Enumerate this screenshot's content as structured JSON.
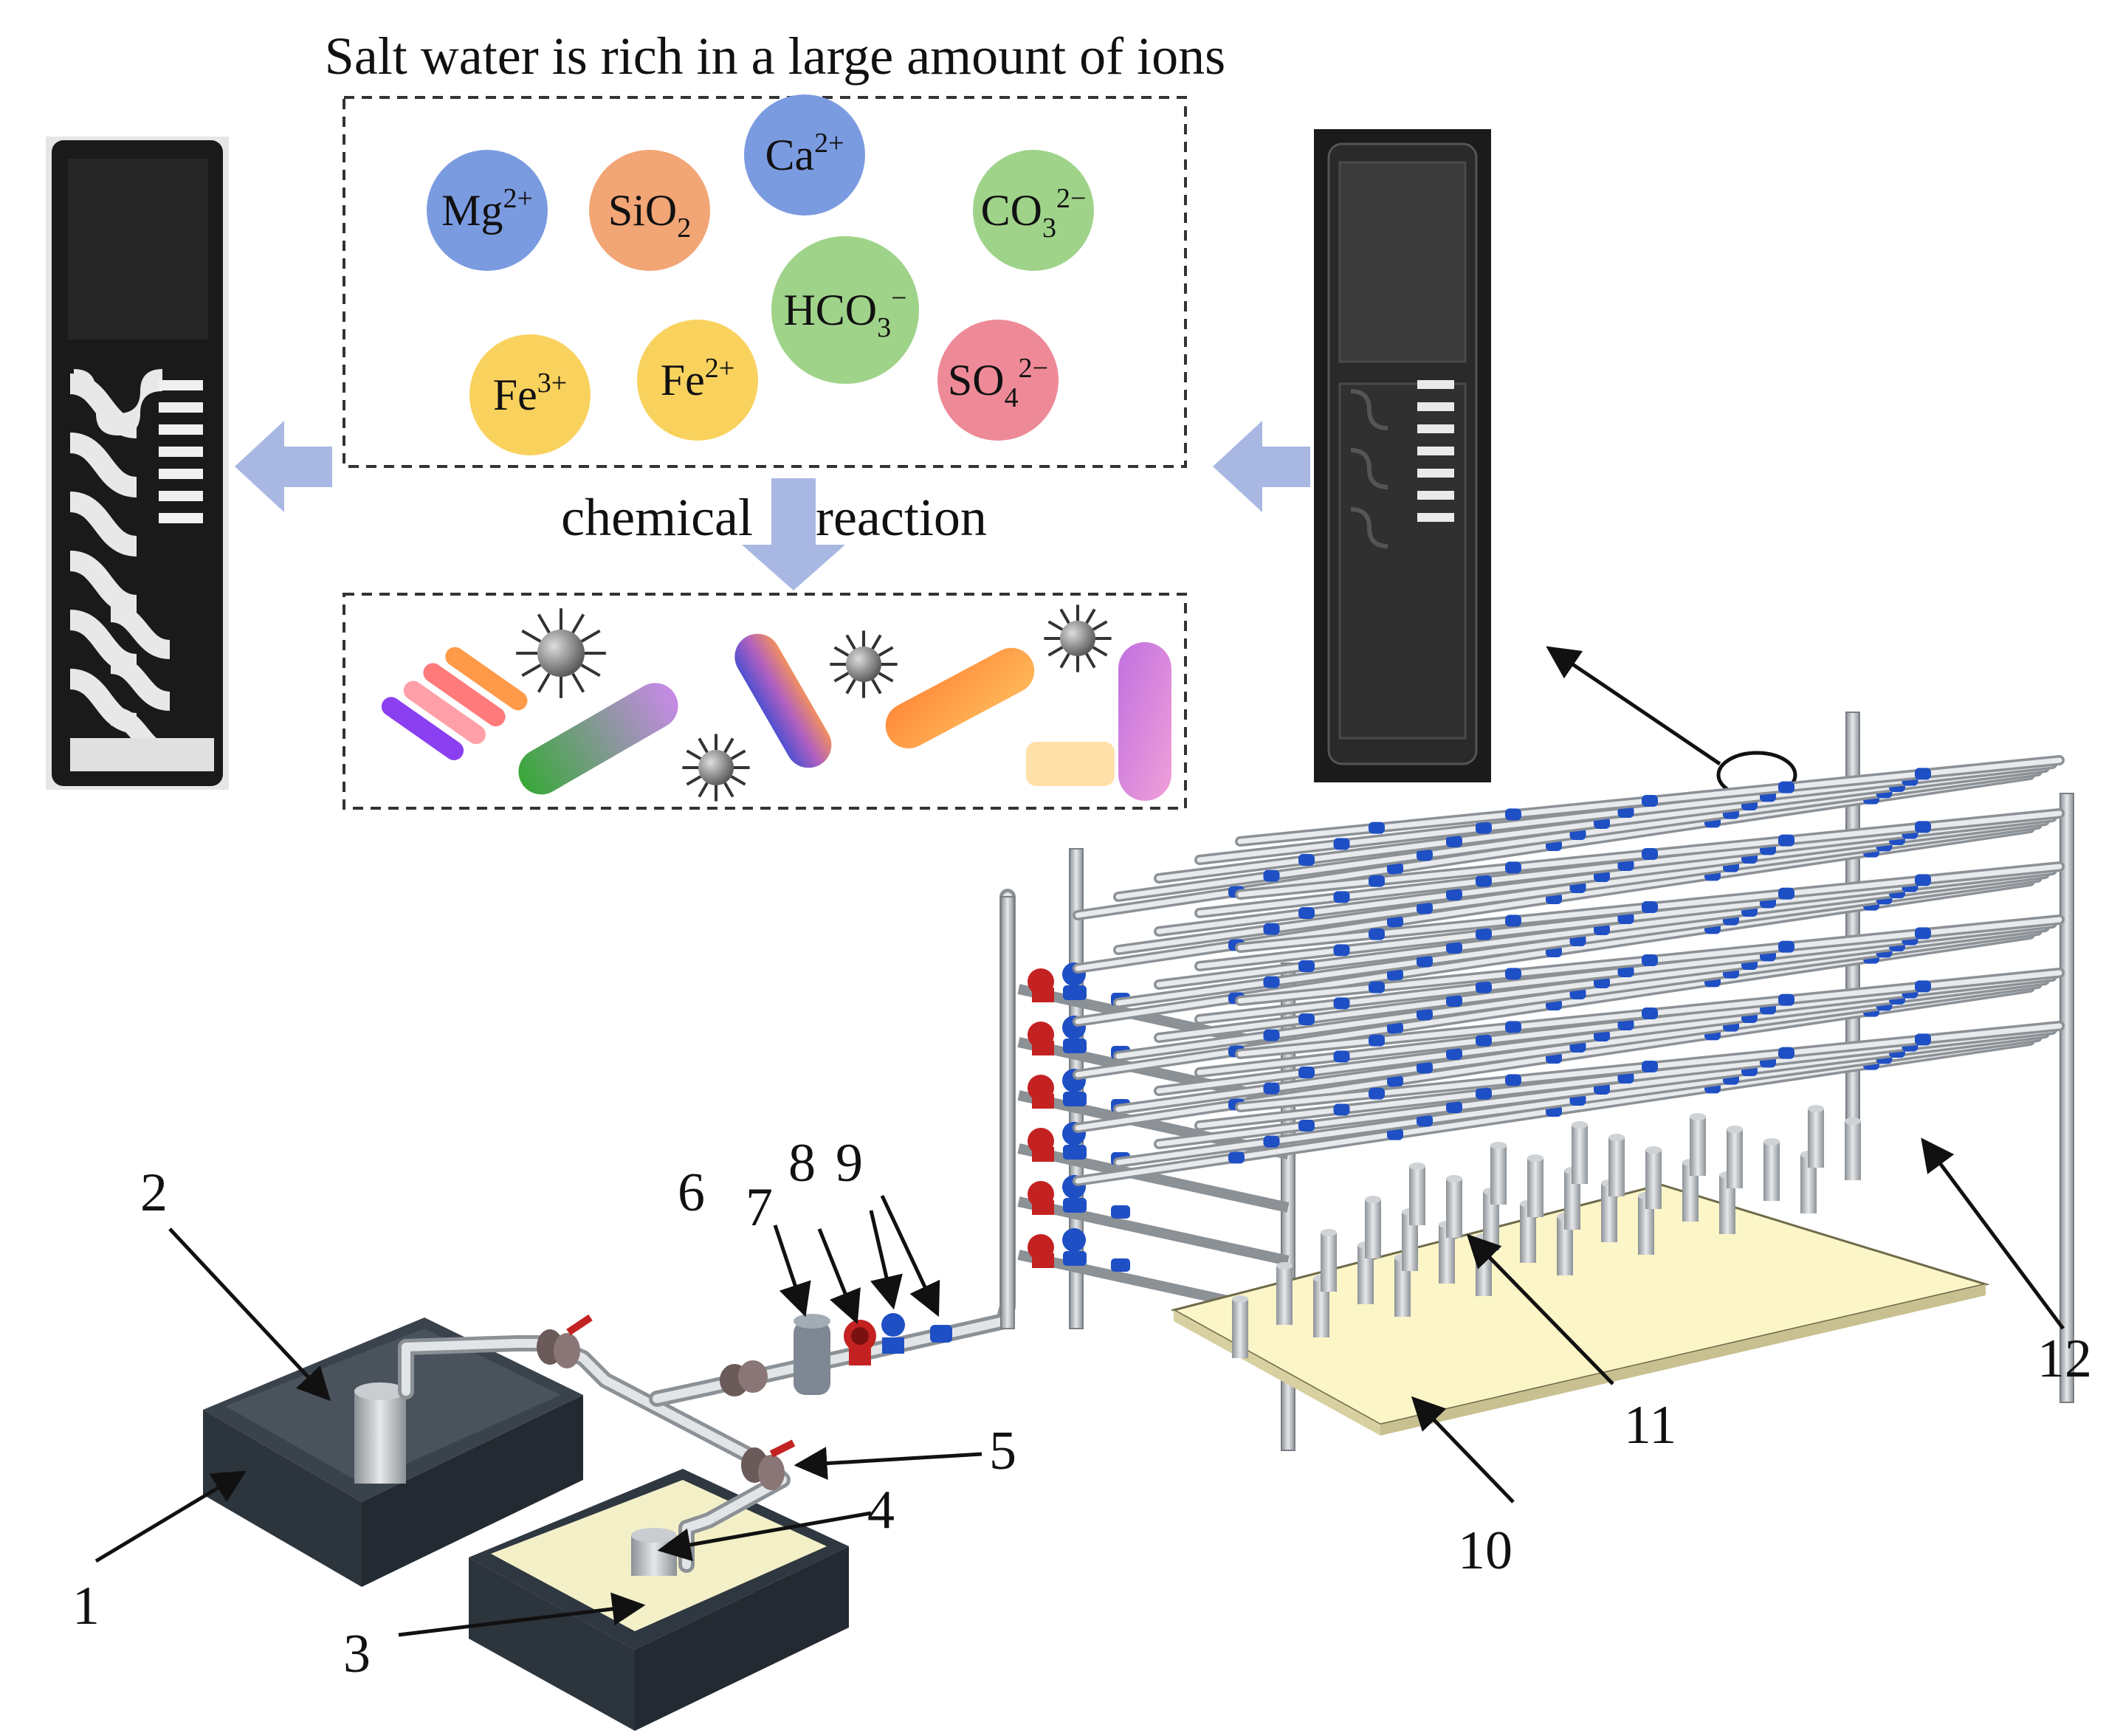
{
  "title": "Salt water is rich in a large amount of ions",
  "reaction_label": {
    "left": "chemical",
    "right": "reaction"
  },
  "ions": [
    {
      "base": "Mg",
      "sub": "",
      "sup": "2+",
      "color": "#7b9be0"
    },
    {
      "base": "SiO",
      "sub": "2",
      "sup": "",
      "color": "#f2a575"
    },
    {
      "base": "Ca",
      "sub": "",
      "sup": "2+",
      "color": "#7b9be0"
    },
    {
      "base": "CO",
      "sub": "3",
      "sup": "2−",
      "color": "#9fd38a"
    },
    {
      "base": "HCO",
      "sub": "3",
      "sup": "−",
      "color": "#9fd38a"
    },
    {
      "base": "Fe",
      "sub": "",
      "sup": "3+",
      "color": "#f9d25e"
    },
    {
      "base": "Fe",
      "sub": "",
      "sup": "2+",
      "color": "#f9d25e"
    },
    {
      "base": "SO",
      "sub": "4",
      "sup": "2−",
      "color": "#ee8a98"
    }
  ],
  "callouts": [
    "1",
    "2",
    "3",
    "4",
    "5",
    "6",
    "7",
    "8",
    "9",
    "10",
    "11",
    "12"
  ],
  "colors": {
    "arrow_blue": "#a9b8e3",
    "tank_dark": "#2f3740",
    "tank_water": "#f3f0c8",
    "base_plate": "#fbf5c8",
    "pipe": "#d4d8dc",
    "fitting_blue": "#1f4fc4",
    "valve_red": "#d42222"
  }
}
